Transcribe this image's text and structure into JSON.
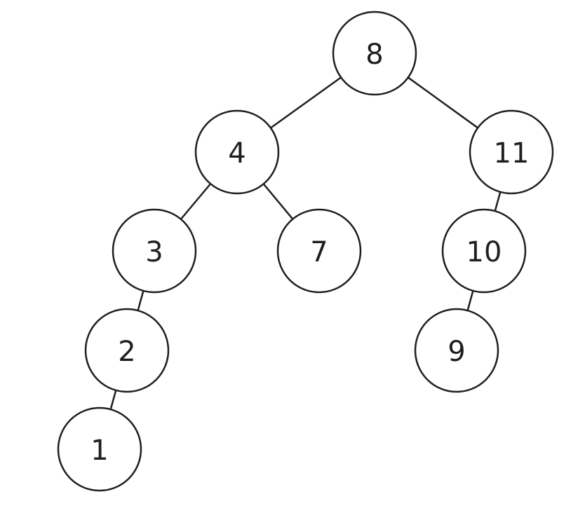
{
  "tree": {
    "nodes": [
      {
        "id": "n8",
        "label": "8"
      },
      {
        "id": "n4",
        "label": "4"
      },
      {
        "id": "n11",
        "label": "11"
      },
      {
        "id": "n3",
        "label": "3"
      },
      {
        "id": "n7",
        "label": "7"
      },
      {
        "id": "n10",
        "label": "10"
      },
      {
        "id": "n2",
        "label": "2"
      },
      {
        "id": "n9",
        "label": "9"
      },
      {
        "id": "n1",
        "label": "1"
      }
    ],
    "edges": [
      {
        "from": "n8",
        "to": "n4"
      },
      {
        "from": "n8",
        "to": "n11"
      },
      {
        "from": "n4",
        "to": "n3"
      },
      {
        "from": "n4",
        "to": "n7"
      },
      {
        "from": "n11",
        "to": "n10"
      },
      {
        "from": "n3",
        "to": "n2"
      },
      {
        "from": "n10",
        "to": "n9"
      },
      {
        "from": "n2",
        "to": "n1"
      }
    ]
  }
}
